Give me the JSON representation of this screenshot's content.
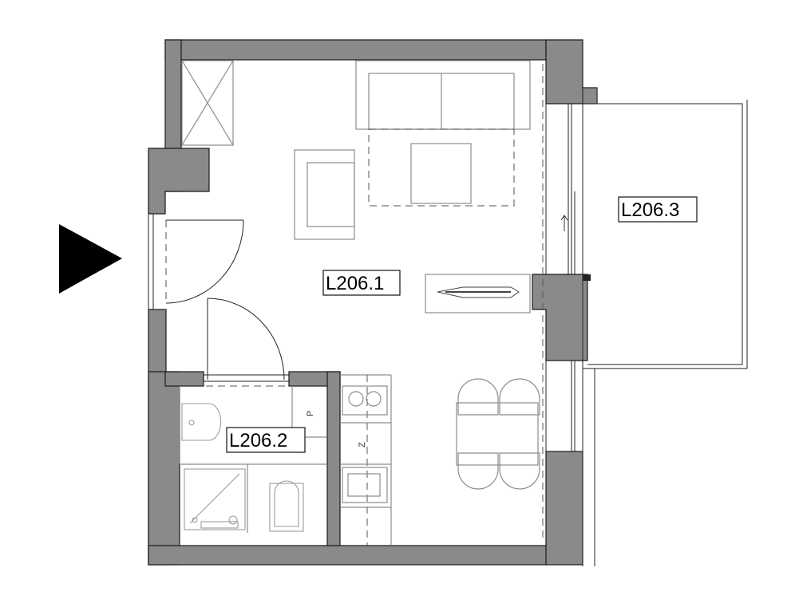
{
  "rooms": [
    {
      "id": "living",
      "label": "L206.1"
    },
    {
      "id": "bathroom",
      "label": "L206.2"
    },
    {
      "id": "balcony",
      "label": "L206.3"
    }
  ],
  "kitchen_marks": {
    "fridge": "Z",
    "dishwasher": "P"
  },
  "colors": {
    "wall": "#8a8a8a",
    "outline": "#1a1a1a",
    "furniture": "#8c8c8c",
    "entrance_arrow": "#000000"
  },
  "icons": [
    "entrance-arrow-icon",
    "north-arrow-icon"
  ]
}
